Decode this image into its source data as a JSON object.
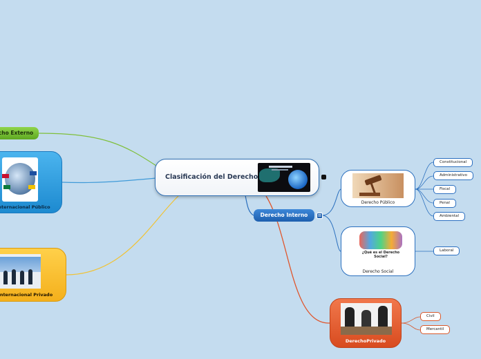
{
  "central": {
    "title": "Clasificación del Derecho"
  },
  "nodes": {
    "externo": "cho Externo",
    "internacional_publico": "nternacional Público",
    "internacional_privado": "nternacional Privado",
    "interno": "Derecho Interno",
    "publico": "Derecho Público",
    "social": "Derecho Social",
    "privado": "DerechoPrivado",
    "social_image_text": "¿Qué es el Derecho Social?"
  },
  "leaves": {
    "publico": [
      "Constitucional",
      "Administrativo",
      "Fiscal",
      "Penal",
      "Ambiental"
    ],
    "social": [
      "Laboral"
    ],
    "privado": [
      "Civil",
      "Mercantil"
    ]
  },
  "colors": {
    "background": "#c4dcef",
    "link_green": "#7fbf3a",
    "link_blue": "#3f9ad8",
    "link_yellow": "#f1c232",
    "link_orange": "#e0552b",
    "link_navy": "#2a6fbe"
  }
}
